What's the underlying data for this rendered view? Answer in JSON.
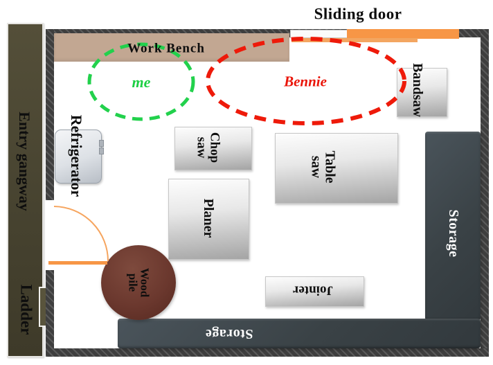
{
  "floor_plan": {
    "outside_labels": {
      "sliding_door": "Sliding door"
    },
    "zones": {
      "me": {
        "label": "me",
        "color": "#1ccf43"
      },
      "bennie": {
        "label": "Bennie",
        "color": "#ea1509"
      }
    },
    "fixtures": {
      "work_bench": "Work Bench",
      "refrigerator": "Refrigerator",
      "entry_gangway": "Entry gangway",
      "ladder": "Ladder",
      "storage_right": "Storage",
      "storage_bottom": "Storage"
    },
    "equipment": {
      "bandsaw": "Bandsaw",
      "chop_saw": "Chop\nsaw",
      "table_saw": "Table\nsaw",
      "planer": "Planer",
      "jointer": "Jointer",
      "wood_pile": "Wood\npile"
    },
    "colors": {
      "wall": "#3e3e3e",
      "work_bench": "#c2a792",
      "entry_gangway": "#4a4531",
      "storage": "#3d464b",
      "wood_pile": "#6b382e",
      "door_orange": "#f79646",
      "me_ellipse": "#22d14c",
      "bennie_ellipse": "#ee1a0a",
      "equipment_fill": "#d9d9d9"
    }
  }
}
